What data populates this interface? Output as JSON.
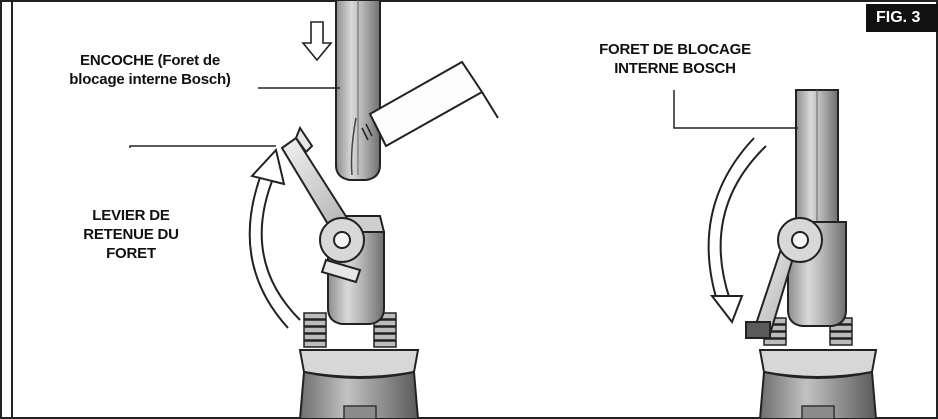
{
  "figure": {
    "tag": "FIG. 3"
  },
  "labels": {
    "encoche_line1": "ENCOCHE (Foret de",
    "encoche_line2": "blocage interne Bosch)",
    "foret_line1": "FORET DE BLOCAGE",
    "foret_line2": "INTERNE BOSCH",
    "levier_line1": "LEVIER DE",
    "levier_line2": "RETENUE DU",
    "levier_line3": "FORET"
  }
}
